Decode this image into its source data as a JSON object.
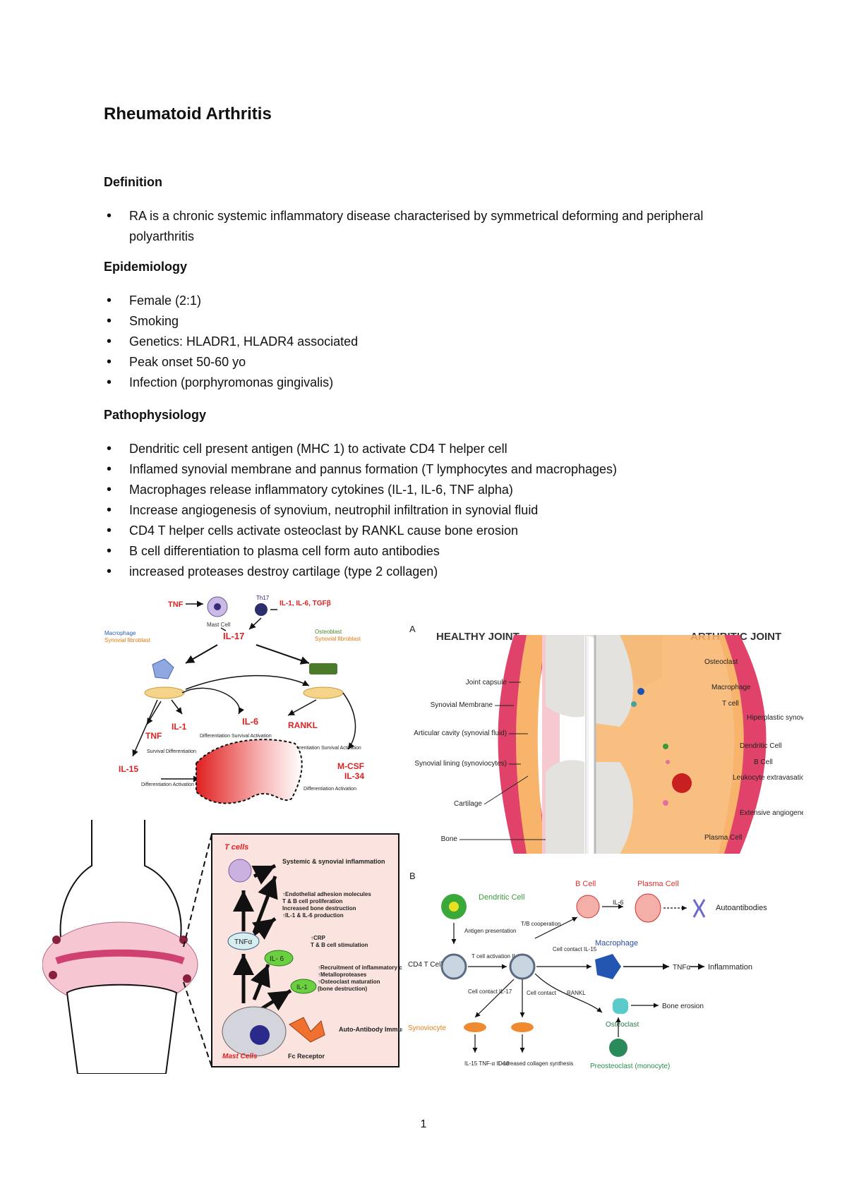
{
  "title": "Rheumatoid Arthritis",
  "sections": {
    "definition": {
      "heading": "Definition",
      "items": [
        "RA is a chronic systemic inflammatory disease characterised by symmetrical deforming and peripheral polyarthritis"
      ]
    },
    "epidemiology": {
      "heading": "Epidemiology",
      "items": [
        "Female (2:1)",
        "Smoking",
        "Genetics: HLADR1, HLADR4 associated",
        "Peak onset 50-60 yo",
        "Infection (porphyromonas gingivalis)"
      ]
    },
    "pathophysiology": {
      "heading": "Pathophysiology",
      "items": [
        "Dendritic cell present antigen (MHC 1) to activate CD4 T helper cell",
        "Inflamed synovial membrane and pannus formation (T lymphocytes and macrophages)",
        "Macrophages release inflammatory cytokines (IL-1, IL-6, TNF alpha)",
        "Increase angiogenesis of synovium, neutrophil infiltration in synovial fluid",
        "CD4 T helper cells activate osteoclast by RANKL cause bone erosion",
        "B cell differentiation to plasma cell form auto antibodies",
        "increased proteases destroy cartilage (type 2 collagen)"
      ]
    }
  },
  "figure_cytokine": {
    "tnf": "TNF",
    "mast_cell": "Mast Cell",
    "th17": "Th17",
    "th17_cytokines": "IL-1, IL-6, TGFβ",
    "il17": "IL-17",
    "macrophage": "Macrophage",
    "synovial_fibroblast": "Synovial fibroblast",
    "osteoblast": "Osteoblast",
    "synovial_fibroblast_2": "Synovial fibroblast",
    "il1": "IL-1",
    "il6": "IL-6",
    "rankl": "RANKL",
    "tnf2": "TNF",
    "il15": "IL-15",
    "mcsf": "M-CSF",
    "il34": "IL-34",
    "diff_surv_act": "Differentiation Survival Activation",
    "surv_diff": "Survival Differentiation",
    "diff_act": "Differentiation Activation",
    "diff_surv_act_2": "Differentiation Survival Activation",
    "diff_act_2": "Differentiation Activation"
  },
  "figure_joint": {
    "label_a": "A",
    "healthy": "HEALTHY JOINT",
    "arthritic": "ARTHRITIC JOINT",
    "left_labels": [
      "Joint capsule",
      "Synovial Membrane",
      "Articular cavity (synovial fluid)",
      "Synovial lining (synoviocytes)",
      "Cartilage",
      "Bone"
    ],
    "right_labels": [
      "Osteoclast",
      "Macrophage",
      "T cell",
      "Hiperplastic synovial lining",
      "Dendritic Cell",
      "B Cell",
      "Leukocyte extravasation",
      "Extensive angiogenesis",
      "Plasma Cell"
    ]
  },
  "figure_mast": {
    "t_cells": "T cells",
    "mast_cells": "Mast Cells",
    "tnfa": "TNFα",
    "il6": "IL- 6",
    "il1": "IL-1",
    "systemic": "Systemic & synovial inflammation",
    "effects_tnf": [
      "↑Endothelial adhesion molecules",
      "T & B cell proliferation",
      "Increased bone destruction",
      "↑IL-1 & IL-6 production"
    ],
    "effects_il6": [
      "↑CRP",
      "T & B cell stimulation"
    ],
    "effects_il1": [
      "↑Recruitment of inflammatory cells",
      "↑Metalloproteases",
      "↑Osteoclast maturation",
      "(bone destruction)"
    ],
    "auto_antibody": "Auto-Antibody Immune Complex",
    "fc": "Fc Receptor"
  },
  "figure_b": {
    "label_b": "B",
    "dendritic": "Dendritic Cell",
    "b_cell": "B Cell",
    "plasma_cell": "Plasma Cell",
    "il6": "IL-6",
    "autoantibodies": "Autoantibodies",
    "antigen": "Antigen presentation",
    "tb": "T/B cooperation",
    "cd4": "CD4 T Cell",
    "tcell_act": "T cell activation IL-2",
    "cell_contact_il15": "Cell contact IL-15",
    "macrophage": "Macrophage",
    "tnfa": "TNFα",
    "inflammation": "Inflammation",
    "cell_contact_il17": "Cell contact IL-17",
    "cell_contact": "Cell contact",
    "rankl": "RANKL",
    "bone_erosion": "Bone erosion",
    "synoviocyte": "Synoviocyte",
    "osteoclast": "Osteoclast",
    "preosteoclast": "Preosteoclast (monocyte)",
    "il15_list": "IL-15 TNF-α IL-18",
    "decreased": "Decreased collagen synthesis"
  },
  "page_number": "1"
}
